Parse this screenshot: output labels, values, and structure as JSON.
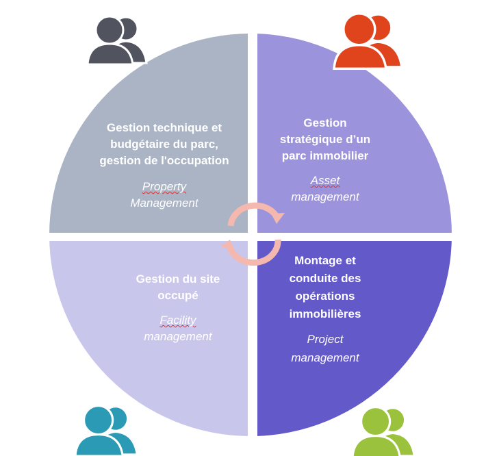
{
  "quadrants": [
    {
      "title": [
        "Gestion technique et",
        "budgétaire du parc,",
        "gestion de l'occupation"
      ],
      "sub": [
        "Property",
        "Management"
      ],
      "color": "#aab4c4"
    },
    {
      "title": [
        "Gestion",
        "stratégique d’un",
        "parc immobilier"
      ],
      "sub": [
        "Asset",
        "management"
      ],
      "color": "#9b93db"
    },
    {
      "title": [
        "Gestion du site",
        "occupé"
      ],
      "sub": [
        "Facility",
        "management"
      ],
      "color": "#c9c6ec"
    },
    {
      "title": [
        "Montage et",
        "conduite des",
        "opérations",
        "immobilières"
      ],
      "sub": [
        "Project",
        "management"
      ],
      "color": "#6459c8"
    }
  ],
  "icons": {
    "top_left": "#51545e",
    "top_right": "#e0441c",
    "bottom_left": "#2b9bb5",
    "bottom_right": "#9ac23c",
    "cycle_arrows": "#f4b8ae"
  }
}
